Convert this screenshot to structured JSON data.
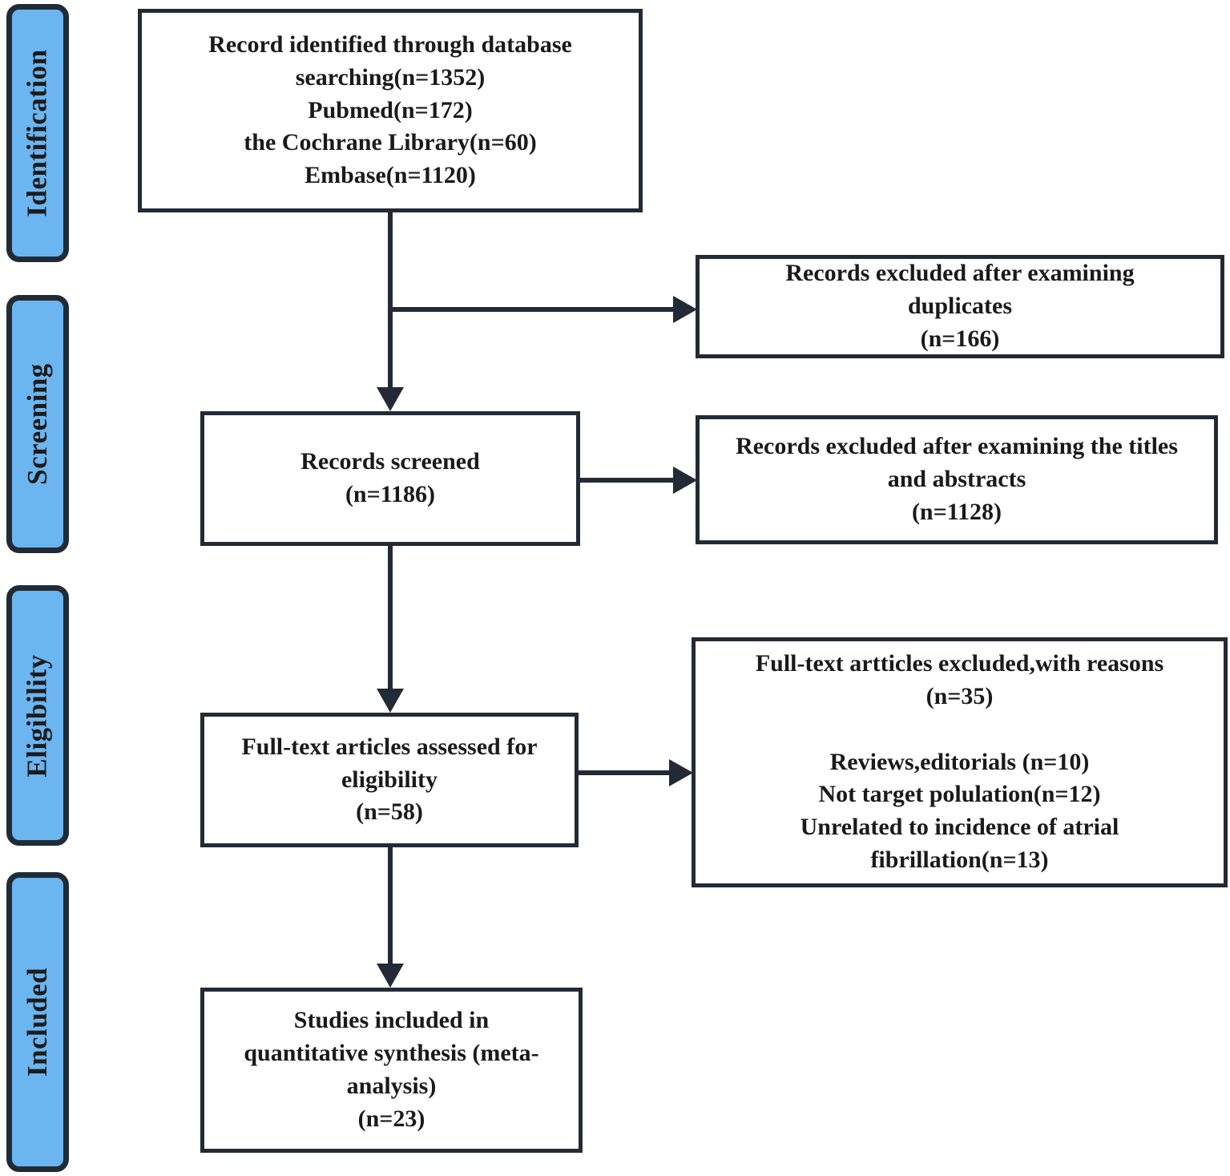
{
  "diagram": {
    "type": "prisma-flow-diagram",
    "title": "PRISMA study selection flow diagram",
    "accent_color": "#6BB5F0",
    "line_color": "#222B35",
    "background_color": "#FFFFFF"
  },
  "stages": [
    {
      "id": "identification",
      "label": "Identification"
    },
    {
      "id": "screening",
      "label": "Screening"
    },
    {
      "id": "eligibility",
      "label": "Eligibility"
    },
    {
      "id": "included",
      "label": "Included"
    }
  ],
  "boxes": {
    "identified": {
      "text": "Record identified through database\nsearching(n=1352)\nPubmed(n=172)\nthe Cochrane Library(n=60)\nEmbase(n=1120)"
    },
    "excluded_duplicates": {
      "text": "Records excluded after examining\nduplicates\n(n=166)"
    },
    "screened": {
      "text": "Records screened\n(n=1186)"
    },
    "excluded_titles_abstracts": {
      "text": "Records excluded after examining the titles\nand abstracts\n(n=1128)"
    },
    "full_text_assessed": {
      "text": "Full-text articles assessed for\neligibility\n(n=58)"
    },
    "full_text_excluded": {
      "text": "Full-text artticles excluded,with reasons\n(n=35)\n\nReviews,editorials (n=10)\nNot target polulation(n=12)\nUnrelated to incidence of atrial\nfibrillation(n=13)"
    },
    "included_studies": {
      "text": "Studies included in\nquantitative synthesis (meta-\nanalysis)\n(n=23)"
    }
  },
  "counts": {
    "database_searching_total": 1352,
    "pubmed": 172,
    "cochrane_library": 60,
    "embase": 1120,
    "excluded_duplicates": 166,
    "records_screened": 1186,
    "excluded_titles_abstracts": 1128,
    "full_text_assessed": 58,
    "full_text_excluded": 35,
    "reviews_editorials": 10,
    "not_target_population": 12,
    "unrelated_atrial_fibrillation": 13,
    "included_studies": 23
  }
}
